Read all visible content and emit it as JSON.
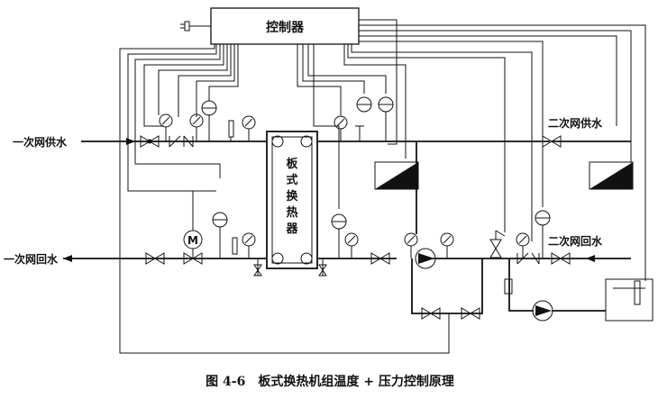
{
  "controller": {
    "label": "控制器"
  },
  "primary_supply_label": "一次网供水",
  "primary_return_label": "一次网回水",
  "secondary_supply_label": "二次网供水",
  "secondary_return_label": "二次网回水",
  "hx": {
    "chars": [
      "板",
      "式",
      "换",
      "热",
      "器"
    ]
  },
  "motor_label": "M",
  "caption": "图 4-6　板式换热机组温度 + 压力控制原理",
  "icons": [
    "control-valve-icon",
    "check-valve-icon",
    "pressure-gauge-icon",
    "temperature-sensor-icon",
    "thermometer-icon",
    "circulation-pump-icon",
    "frequency-converter-icon",
    "safety-valve-icon",
    "filter-icon",
    "water-tank-icon",
    "motorized-valve-icon"
  ]
}
